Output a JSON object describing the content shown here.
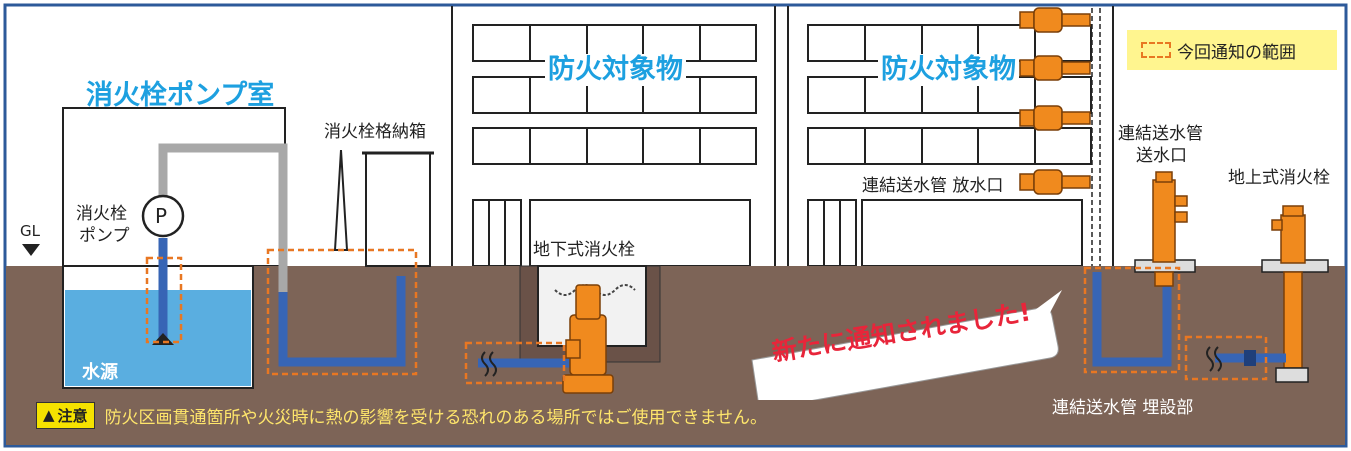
{
  "titles": {
    "pump_room": "消火栓ポンプ室",
    "building_1": "防火対象物",
    "building_2": "防火対象物"
  },
  "labels": {
    "hydrant_cabinet": "消火栓格納箱",
    "pump_line1": "消火栓",
    "pump_line2": "ポンプ",
    "pump_symbol": "P",
    "gl": "GL",
    "water_source": "水源",
    "underground_hydrant": "地下式消火栓",
    "outlet": "連結送水管 放水口",
    "inlet_line1": "連結送水管",
    "inlet_line2": "送水口",
    "above_ground_hydrant": "地上式消火栓",
    "buried_section": "連結送水管 埋設部"
  },
  "legend": {
    "text": "今回通知の範囲"
  },
  "callout": {
    "text": "新たに通知されました!"
  },
  "warning": {
    "badge": "注意",
    "badge_icon": "warning-triangle-icon",
    "text": "防火区画貫通箇所や火災時に熱の影響を受ける恐れのある場所ではご使用できません。"
  },
  "colors": {
    "ground": "#7d6457",
    "water": "#5aaee0",
    "pipe_blue": "#3765b5",
    "pipe_gray": "#a8a8a8",
    "highlight_dash": "#e87722",
    "title_blue": "#1da0e0",
    "callout_red": "#e8253a",
    "hydrant_orange": "#f08a1e",
    "legend_bg": "#fff58f",
    "frame": "#2d5a9a"
  }
}
